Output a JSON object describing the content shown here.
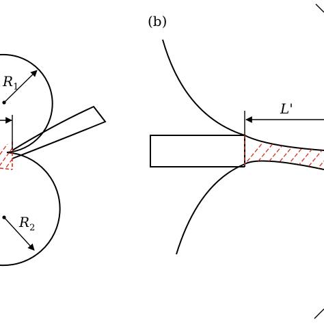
{
  "panel_b": {
    "tag": "(b)"
  },
  "panel_a": {
    "r1": {
      "base": "R",
      "sub": "1"
    },
    "r2": {
      "base": "R",
      "sub": "2"
    }
  },
  "gap_length": {
    "label": "L'"
  },
  "colors": {
    "outline": "#000000",
    "deformation_zone": "#d62a1e",
    "background": "#ffffff"
  },
  "icons": {
    "dimension_arrow": "arrowhead",
    "roll_center": "dot"
  }
}
